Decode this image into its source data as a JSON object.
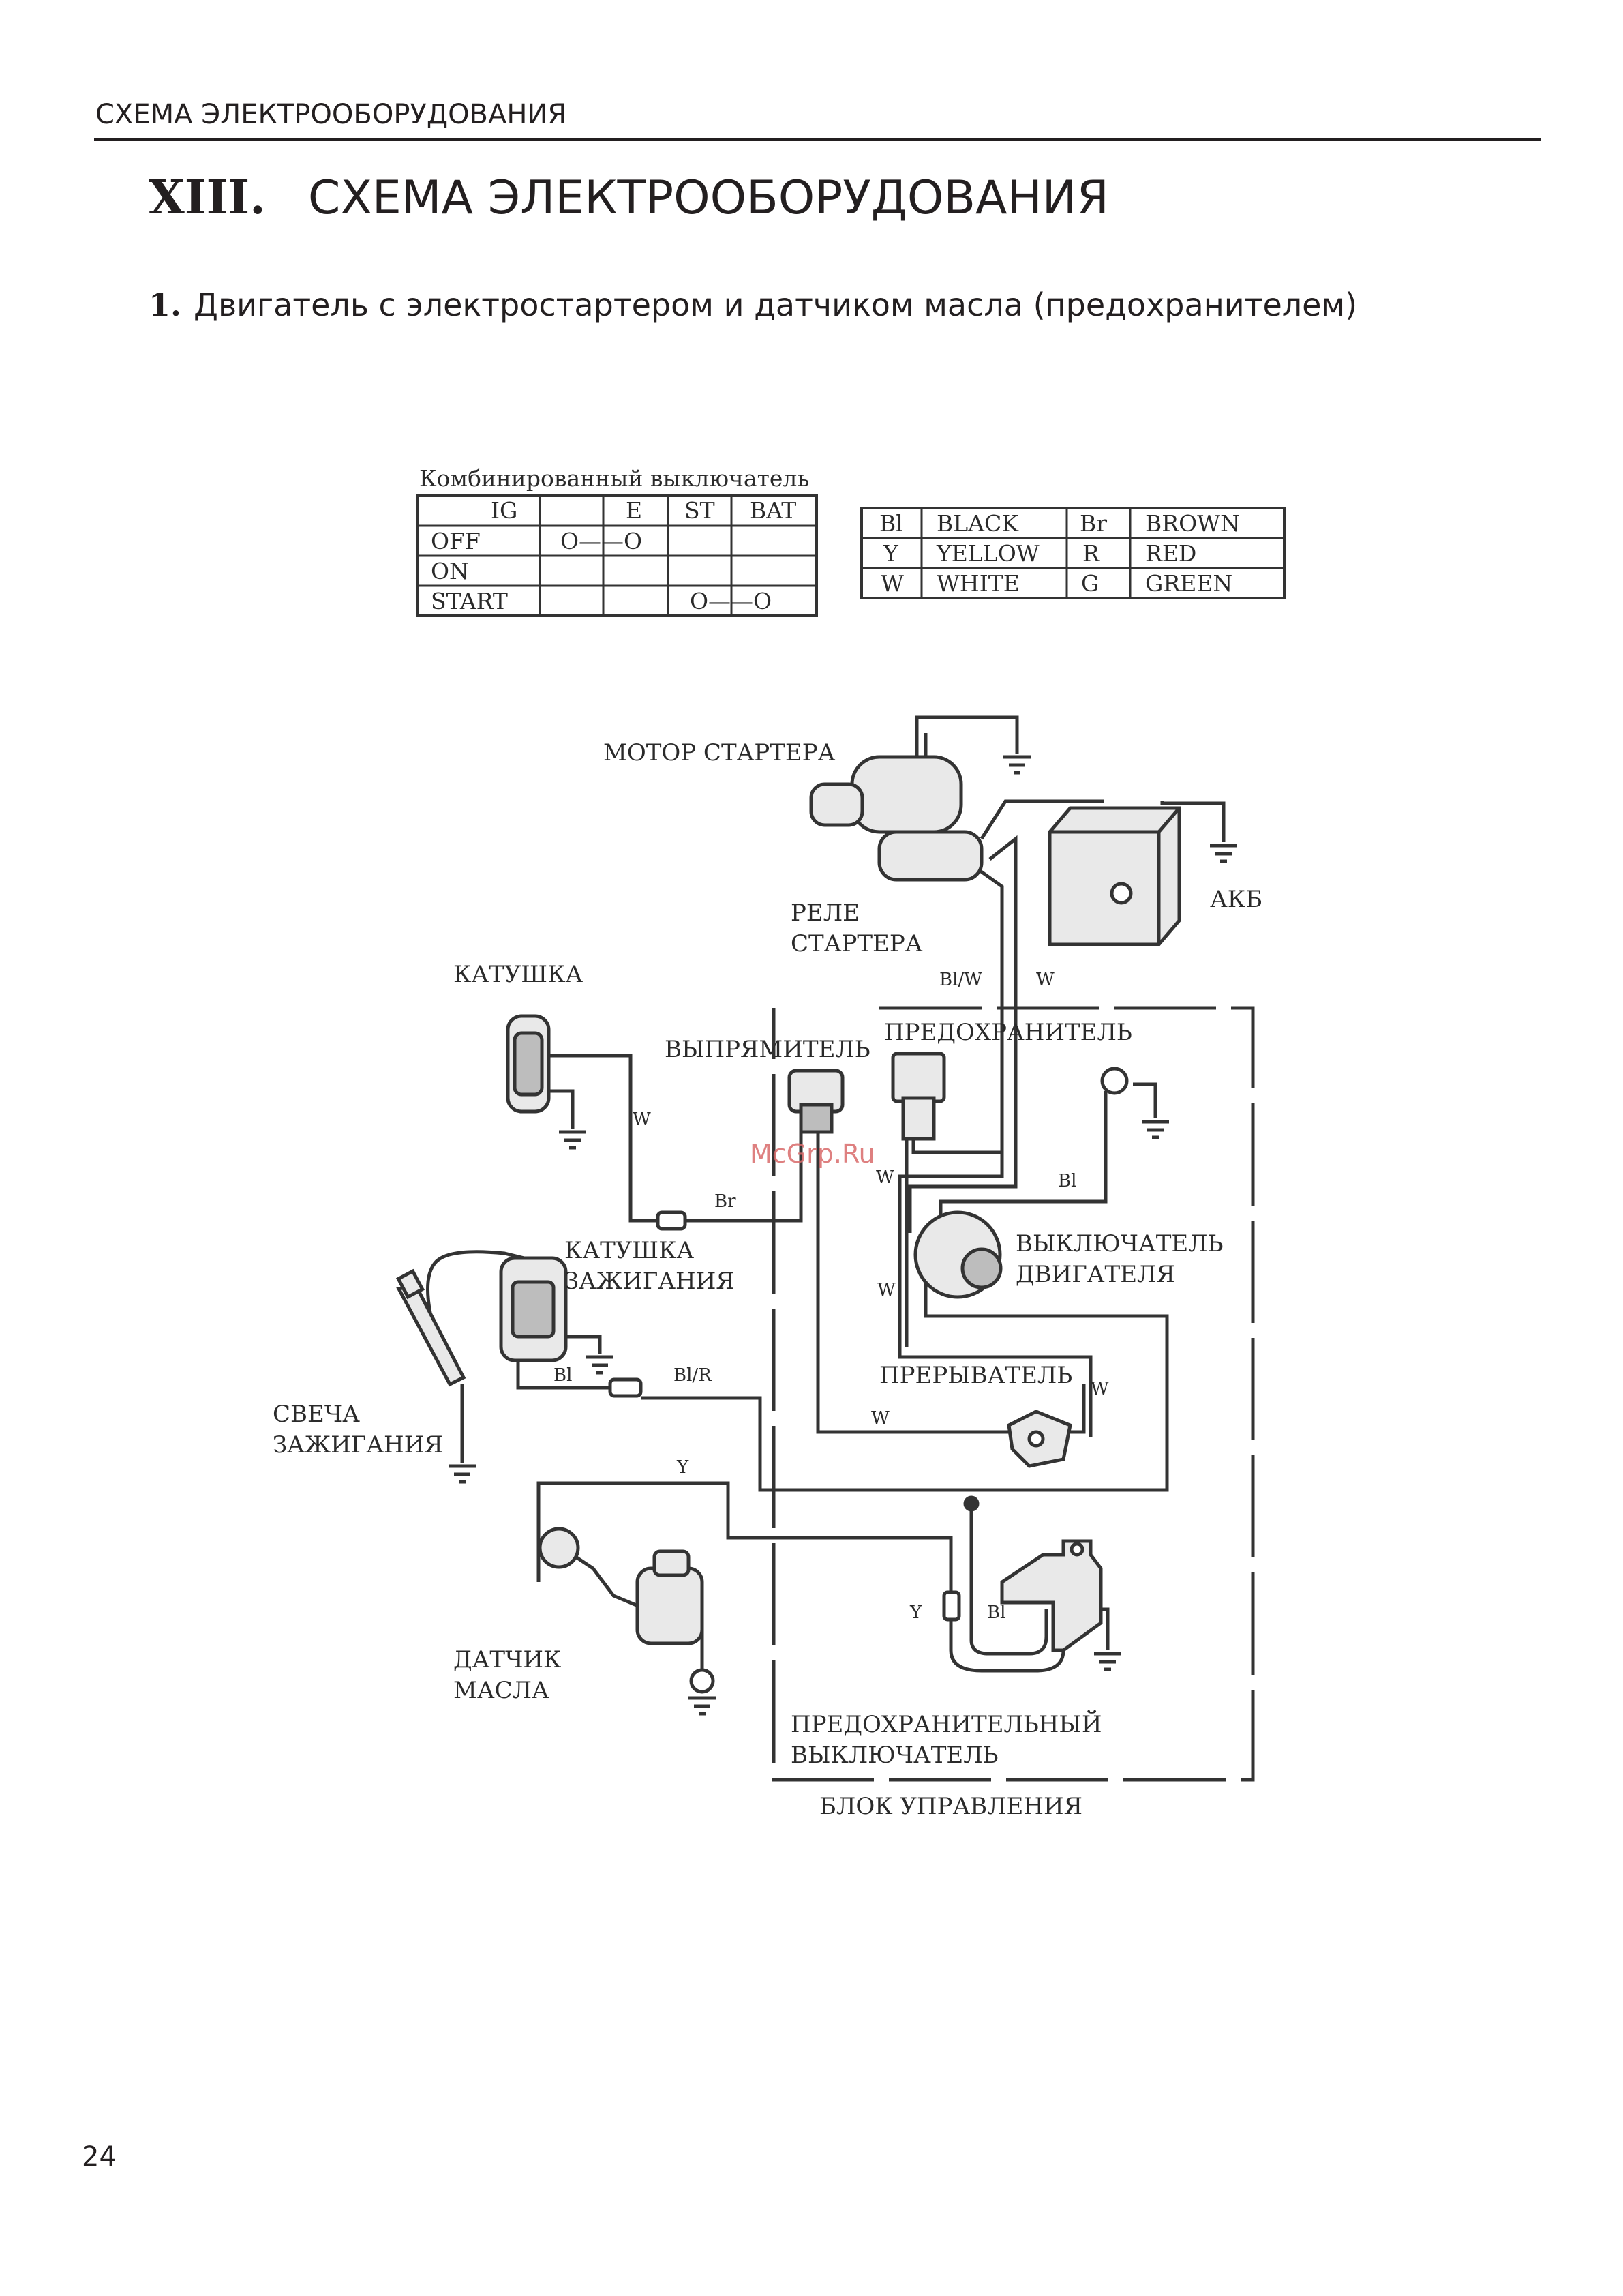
{
  "header": {
    "running_title": "СХЕМА ЭЛЕКТРООБОРУДОВАНИЯ"
  },
  "section": {
    "number": "XIII.",
    "title": "СХЕМА ЭЛЕКТРООБОРУДОВАНИЯ"
  },
  "subsection": {
    "number": "1.",
    "title": "Двигатель с электростартером и датчиком масла (предохранителем)"
  },
  "switch_table": {
    "caption": "Комбинированный выключатель",
    "headers": [
      "IG",
      "",
      "E",
      "ST",
      "BAT"
    ],
    "rows": [
      {
        "label": "OFF",
        "connection": "O——O"
      },
      {
        "label": "ON",
        "connection": ""
      },
      {
        "label": "START",
        "connection": "O——O"
      }
    ]
  },
  "color_legend": [
    {
      "code": "Bl",
      "name": "BLACK",
      "code2": "Br",
      "name2": "BROWN"
    },
    {
      "code": "Y",
      "name": "YELLOW",
      "code2": "R",
      "name2": "RED"
    },
    {
      "code": "W",
      "name": "WHITE",
      "code2": "G",
      "name2": "GREEN"
    }
  ],
  "components": {
    "starter_motor": "МОТОР СТАРТЕРА",
    "starter_relay_1": "РЕЛЕ",
    "starter_relay_2": "СТАРТЕРА",
    "battery": "АКБ",
    "coil": "КАТУШКА",
    "rectifier": "ВЫПРЯМИТЕЛЬ",
    "fuse": "ПРЕДОХРАНИТЕЛЬ",
    "engine_switch_1": "ВЫКЛЮЧАТЕЛЬ",
    "engine_switch_2": "ДВИГАТЕЛЯ",
    "ignition_coil_1": "КАТУШКА",
    "ignition_coil_2": "ЗАЖИГАНИЯ",
    "spark_plug_1": "СВЕЧА",
    "spark_plug_2": "ЗАЖИГАНИЯ",
    "breaker": "ПРЕРЫВАТЕЛЬ",
    "oil_sensor_1": "ДАТЧИК",
    "oil_sensor_2": "МАСЛА",
    "safety_switch_1": "ПРЕДОХРАНИТЕЛЬНЫЙ",
    "safety_switch_2": "ВЫКЛЮЧАТЕЛЬ",
    "control_unit": "БЛОК УПРАВЛЕНИЯ"
  },
  "wire_labels": {
    "bl_w": "Bl/W",
    "w": "W",
    "br": "Br",
    "bl": "Bl",
    "bl_r": "Bl/R",
    "y": "Y"
  },
  "watermark": "McGrp.Ru",
  "page_number": "24"
}
